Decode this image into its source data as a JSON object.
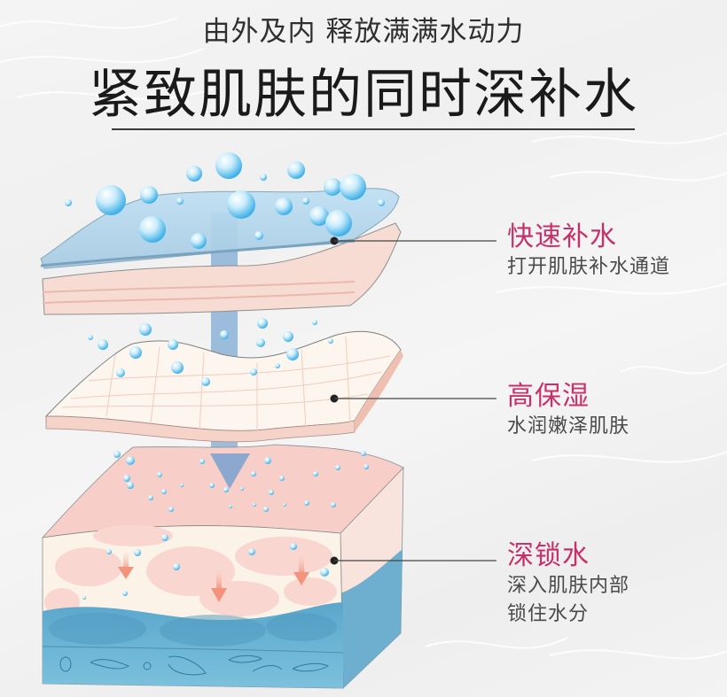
{
  "header": {
    "subtitle": "由外及内 释放满满水动力",
    "title": "紧致肌肤的同时深补水"
  },
  "callouts": [
    {
      "heading": "快速补水",
      "lines": [
        "打开肌肤补水通道"
      ]
    },
    {
      "heading": "高保湿",
      "lines": [
        "水润嫩泽肌肤"
      ]
    },
    {
      "heading": "深锁水",
      "lines": [
        "深入肌肤内部",
        "锁住水分"
      ]
    }
  ],
  "colors": {
    "heading_accent": "#c8306a",
    "body_text": "#4a4a4a",
    "title_text": "#1a1a1a",
    "water_blue": "#8ec5e6",
    "skin_pink": "#f6cfc8",
    "cream": "#fdf4ea",
    "deep_blue": "#6bb1d2"
  },
  "illustration": {
    "layers": [
      "hydration-film-layer",
      "moisture-mesh-layer",
      "skin-cross-section-layer"
    ],
    "icons": [
      "water-droplet-icon",
      "down-arrow-icon"
    ]
  }
}
